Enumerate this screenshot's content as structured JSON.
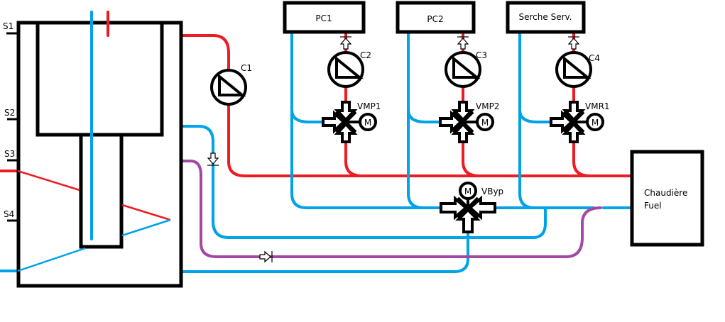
{
  "colors": {
    "hot": "#ed1c24",
    "cold": "#00a2e8",
    "return": "#a349a4",
    "outline": "#000000"
  },
  "tank": {
    "sensors": [
      "S1",
      "S2",
      "S3",
      "S4"
    ]
  },
  "pumps": [
    {
      "id": "C1",
      "icon": "circulator-pump-icon"
    },
    {
      "id": "C2",
      "icon": "circulator-pump-icon"
    },
    {
      "id": "C3",
      "icon": "circulator-pump-icon"
    },
    {
      "id": "C4",
      "icon": "circulator-pump-icon"
    }
  ],
  "valves": [
    {
      "id": "VMP1",
      "motor": "M"
    },
    {
      "id": "VMP2",
      "motor": "M"
    },
    {
      "id": "VMR1",
      "motor": "M"
    },
    {
      "id": "VByp",
      "motor": "M"
    }
  ],
  "circuits": [
    "PC1",
    "PC2",
    "Serche Serv."
  ],
  "boiler": {
    "line1": "Chaudière",
    "line2": "Fuel"
  }
}
